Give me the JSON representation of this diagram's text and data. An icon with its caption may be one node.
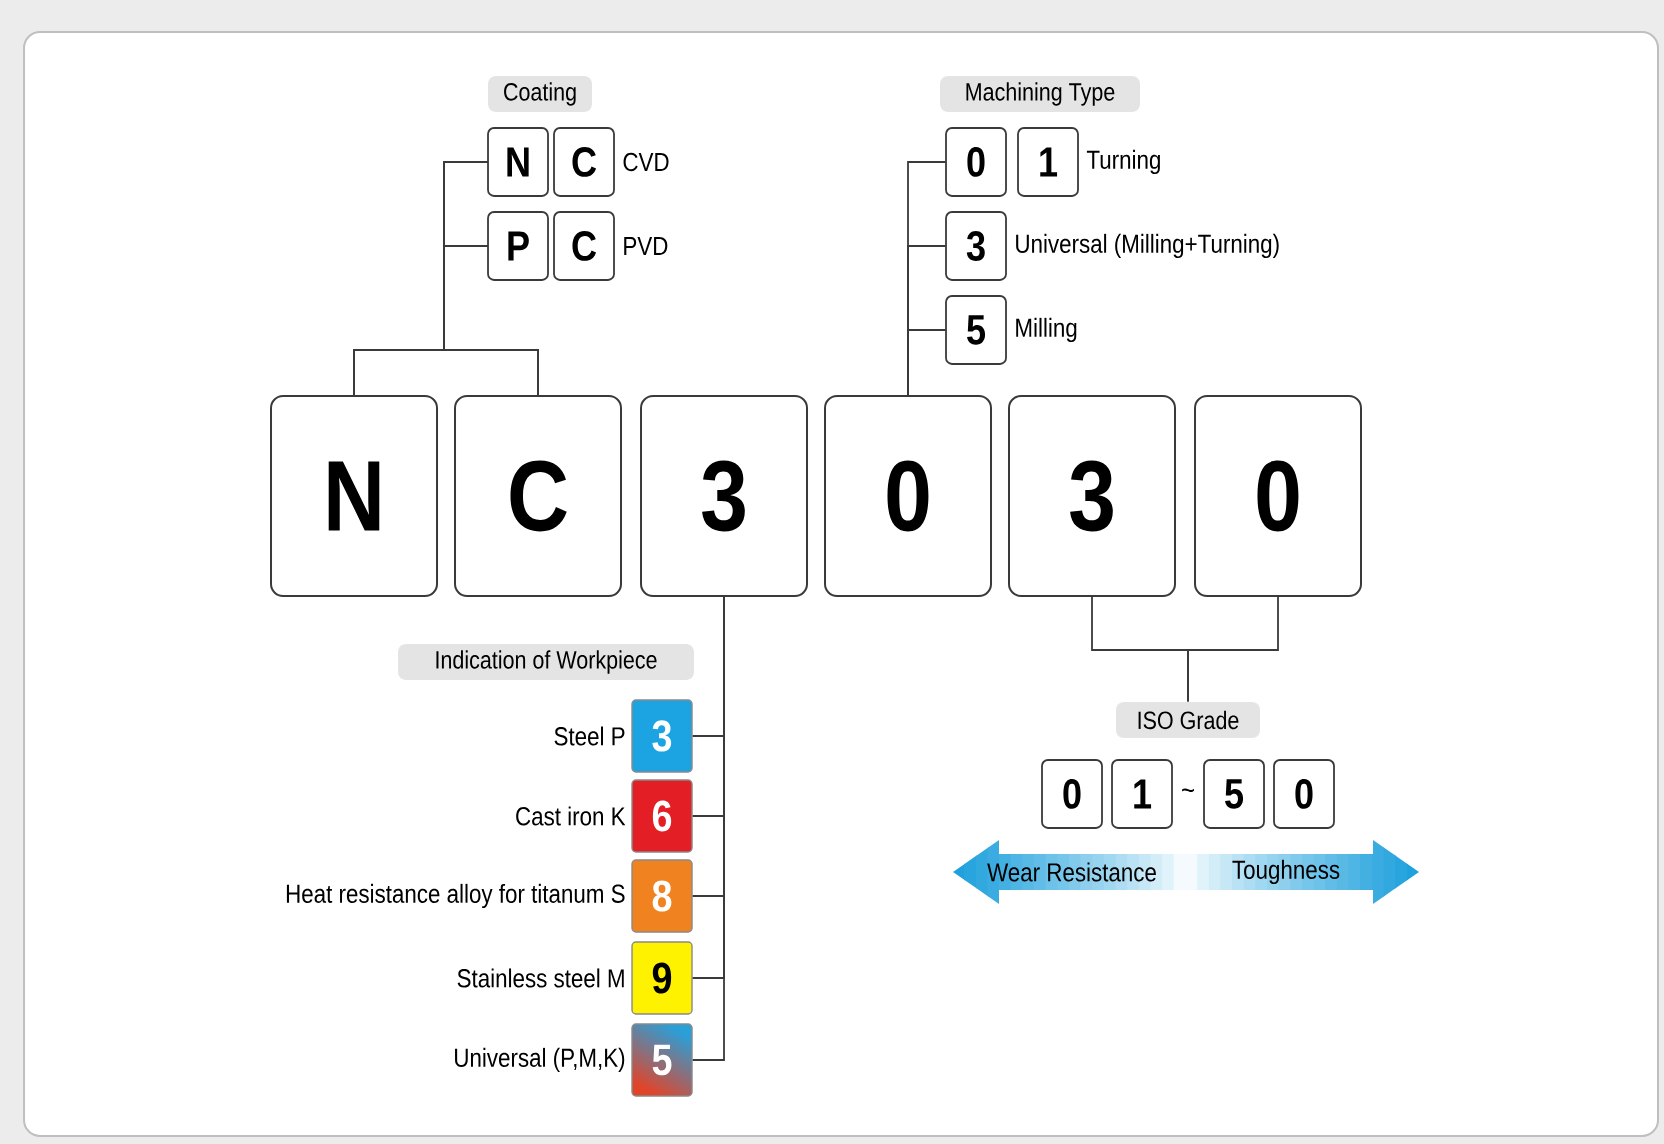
{
  "diagram": {
    "nodes": [
      {
        "text": [
          "Coating"
        ]
      },
      {
        "text": [
          "N"
        ]
      },
      {
        "text": [
          "C"
        ],
        "beside": [
          "CVD"
        ]
      },
      {
        "text": [
          "P"
        ]
      },
      {
        "text": [
          "C"
        ],
        "beside": [
          "PVD"
        ]
      },
      {
        "text": [
          "Machining Type"
        ]
      },
      {
        "text": [
          "0"
        ]
      },
      {
        "text": [
          "1"
        ],
        "beside": [
          "Turning"
        ]
      },
      {
        "text": [
          "3"
        ],
        "beside": [
          "Universal (Milling+Turning)"
        ]
      },
      {
        "text": [
          "5"
        ],
        "beside": [
          "Milling"
        ]
      },
      {
        "text": [
          "N"
        ]
      },
      {
        "text": [
          "C"
        ]
      },
      {
        "text": [
          "3"
        ]
      },
      {
        "text": [
          "0"
        ]
      },
      {
        "text": [
          "3"
        ]
      },
      {
        "text": [
          "0"
        ]
      },
      {
        "text": [
          "Indication of Workpiece"
        ]
      },
      {
        "text": [
          "3"
        ],
        "beside": [
          "Steel P"
        ]
      },
      {
        "text": [
          "6"
        ],
        "beside": [
          "Cast iron K"
        ]
      },
      {
        "text": [
          "8"
        ],
        "beside": [
          "Heat resistance alloy for titanum S"
        ]
      },
      {
        "text": [
          "9"
        ],
        "beside": [
          "Stainless steel M"
        ]
      },
      {
        "text": [
          "5"
        ],
        "beside": [
          "Universal (P,M,K)"
        ]
      },
      {
        "text": [
          "ISO Grade"
        ]
      },
      {
        "text": [
          "0"
        ]
      },
      {
        "text": [
          "1"
        ]
      },
      {
        "text": [
          "5"
        ]
      },
      {
        "text": [
          "0"
        ]
      },
      {
        "text": [
          "Wear Resistance",
          "Toughness"
        ]
      }
    ],
    "edges": [
      {
        "from": 1,
        "to": 10,
        "arrow": "none"
      },
      {
        "from": 1,
        "to": 11,
        "arrow": "none"
      },
      {
        "from": 3,
        "to": 10,
        "arrow": "none"
      },
      {
        "from": 3,
        "to": 11,
        "arrow": "none"
      },
      {
        "from": 13,
        "to": 6,
        "arrow": "none"
      },
      {
        "from": 13,
        "to": 8,
        "arrow": "none"
      },
      {
        "from": 13,
        "to": 9,
        "arrow": "none"
      },
      {
        "from": 12,
        "to": 17,
        "arrow": "none"
      },
      {
        "from": 12,
        "to": 18,
        "arrow": "none"
      },
      {
        "from": 12,
        "to": 19,
        "arrow": "none"
      },
      {
        "from": 12,
        "to": 20,
        "arrow": "none"
      },
      {
        "from": 12,
        "to": 21,
        "arrow": "none"
      },
      {
        "from": 14,
        "to": 22,
        "arrow": "none"
      },
      {
        "from": 15,
        "to": 22,
        "arrow": "none"
      }
    ],
    "labels": [
      "~"
    ]
  }
}
